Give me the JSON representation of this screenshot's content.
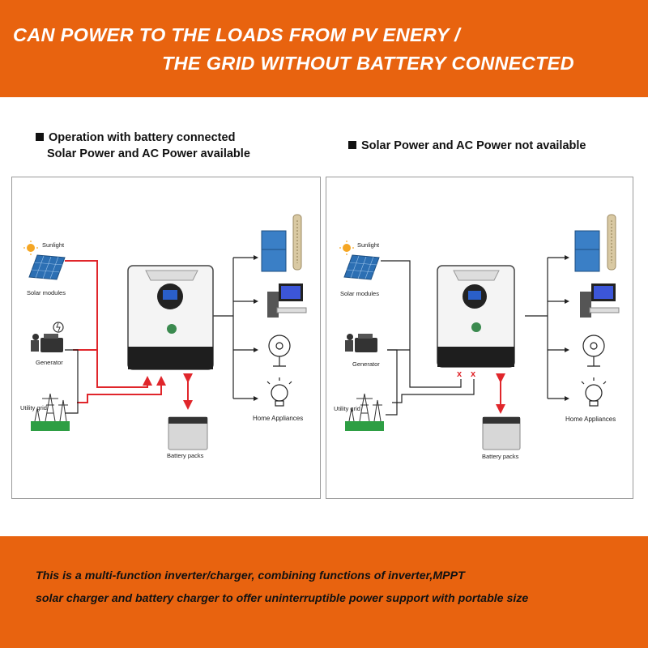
{
  "header": {
    "line1": "CAN POWER TO THE LOADS FROM PV ENERY /",
    "line2": "THE GRID WITHOUT BATTERY CONNECTED"
  },
  "left_panel": {
    "title_line1": "Operation with battery connected",
    "title_line2": "Solar Power and AC Power available",
    "labels": {
      "sunlight": "Sunlight",
      "solar_modules": "Solar modules",
      "generator": "Generator",
      "utility_grid": "Utility grid",
      "battery_packs": "Battery packs",
      "home_appliances": "Home Appliances"
    }
  },
  "right_panel": {
    "title": "Solar Power and AC Power not available",
    "labels": {
      "sunlight": "Sunlight",
      "solar_modules": "Solar modules",
      "generator": "Generator",
      "utility_grid": "Utility grid",
      "battery_packs": "Battery packs",
      "home_appliances": "Home Appliances"
    },
    "break_marks": [
      "x",
      "x"
    ]
  },
  "footer": {
    "line1": "This is a multi-function inverter/charger, combining functions of inverter,MPPT",
    "line2": "solar charger and battery charger to offer uninterruptible power support with portable size"
  },
  "colors": {
    "banner": "#e8630f",
    "power_flow": "#e0262b",
    "wiring": "#222222"
  }
}
